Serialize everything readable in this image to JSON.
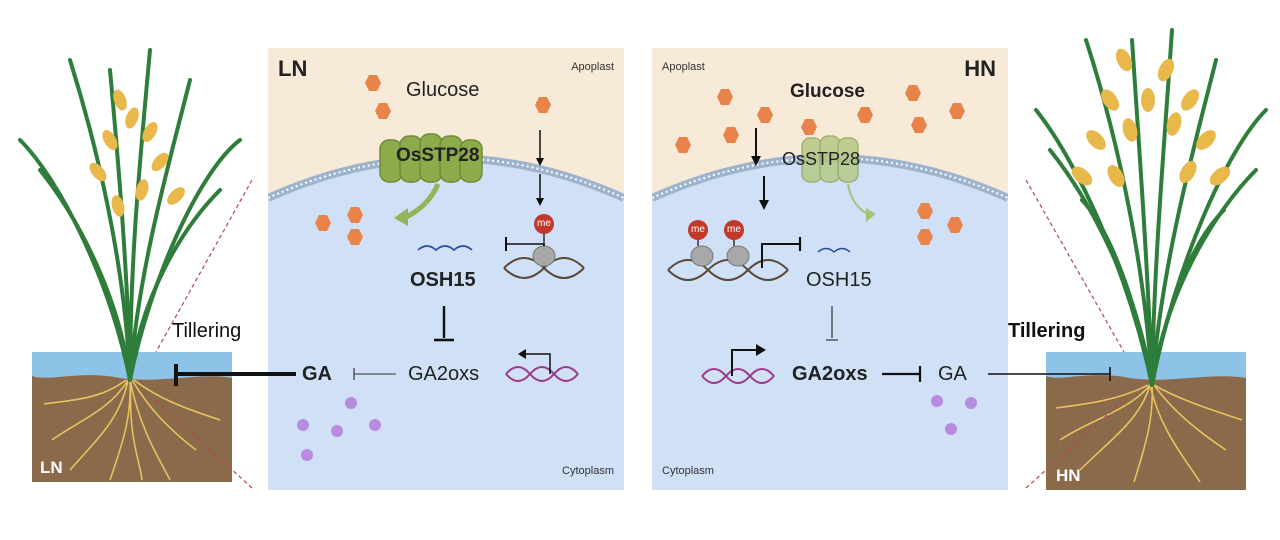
{
  "left": {
    "condition": "LN",
    "apoplast": "Apoplast",
    "cytoplasm": "Cytoplasm",
    "glucose": "Glucose",
    "transporter": "OsSTP28",
    "osh15": "OSH15",
    "ga2oxs": "GA2oxs",
    "ga": "GA",
    "tillering": "Tillering",
    "soil_label": "LN",
    "methyl": "me"
  },
  "right": {
    "condition": "HN",
    "apoplast": "Apoplast",
    "cytoplasm": "Cytoplasm",
    "glucose": "Glucose",
    "transporter": "OsSTP28",
    "osh15": "OSH15",
    "ga2oxs": "GA2oxs",
    "ga": "GA",
    "tillering": "Tillering",
    "soil_label": "HN",
    "methyl": "me"
  },
  "colors": {
    "apoplast": "#f8ead8",
    "cytoplasm": "#cfe0f7",
    "membrane": "#9eb3cc",
    "glucose": "#e8844a",
    "ga_molecule": "#b98be0",
    "transporter": "#8eab4c",
    "methyl": "#c0392b",
    "soil": "#8a6a4a",
    "water": "#8ec3e8",
    "leaf": "#2f7d3a",
    "grain": "#e8b84a"
  }
}
